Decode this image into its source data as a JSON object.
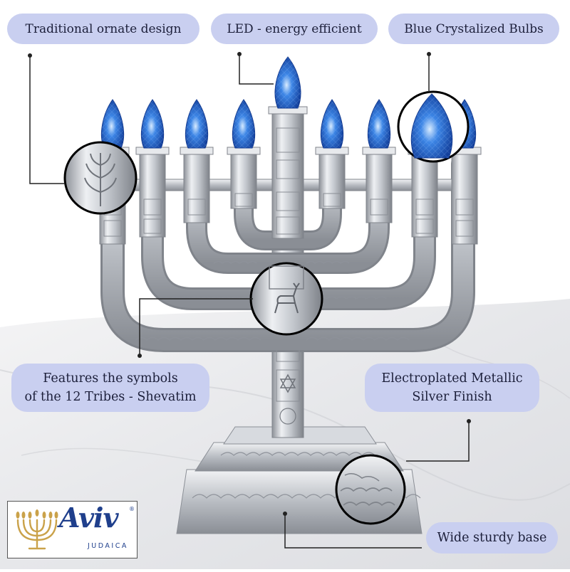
{
  "callouts": {
    "ornate": "Traditional ornate design",
    "led": "LED - energy efficient",
    "bulbs": "Blue Crystalized Bulbs",
    "symbols_line1": "Features the symbols",
    "symbols_line2": "of the 12 Tribes - Shevatim",
    "finish_line1": "Electroplated Metallic",
    "finish_line2": "Silver Finish",
    "base": "Wide sturdy base"
  },
  "logo": {
    "brand": "Aviv",
    "registered": "®",
    "subtitle": "JUDAICA"
  },
  "colors": {
    "callout_bg": "#c9cff0",
    "bulb_blue": "#1f57c9",
    "silver": "#c9cdd3",
    "brand_blue": "#1f3f8c",
    "brand_gold": "#caa24a"
  },
  "icons": [
    "menorah-logo-icon",
    "star-of-david-icon",
    "deer-icon",
    "laurel-leaf-icon"
  ]
}
